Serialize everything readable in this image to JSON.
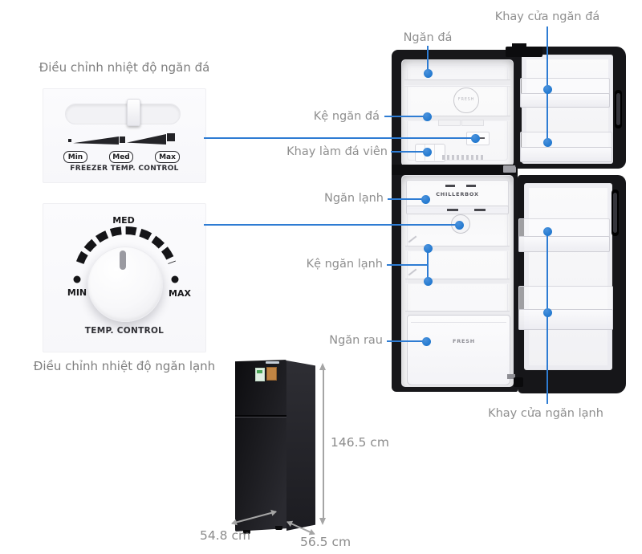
{
  "controls": {
    "freezer": {
      "title": "Điều chỉnh nhiệt độ ngăn đá",
      "min": "Min",
      "med": "Med",
      "max": "Max",
      "caption": "FREEZER TEMP. CONTROL"
    },
    "fridge": {
      "title": "Điều chỉnh nhiệt độ ngăn lạnh",
      "min": "MIN",
      "med": "MED",
      "max": "MAX",
      "caption": "TEMP. CONTROL"
    }
  },
  "labels": {
    "freezer_compartment": "Ngăn đá",
    "freezer_door_tray": "Khay cửa ngăn đá",
    "freezer_shelf": "Kệ ngăn đá",
    "ice_cube_tray": "Khay làm đá viên",
    "fridge_compartment": "Ngăn lạnh",
    "fridge_shelf": "Kệ ngăn lạnh",
    "vegetable_drawer": "Ngăn rau",
    "fridge_door_tray": "Khay cửa ngăn lạnh"
  },
  "interior_texts": {
    "fresh_logo": "FRESH",
    "chiller_box": "CHILLERBOX",
    "drawer": "FRESH"
  },
  "dimensions": {
    "height": "146.5 cm",
    "width": "54.8 cm",
    "depth": "56.5 cm"
  },
  "colors": {
    "accent_blue": "#2379cf",
    "leader_line_blue": "#2e7cd3",
    "label_gray": "#8f8f8f"
  }
}
